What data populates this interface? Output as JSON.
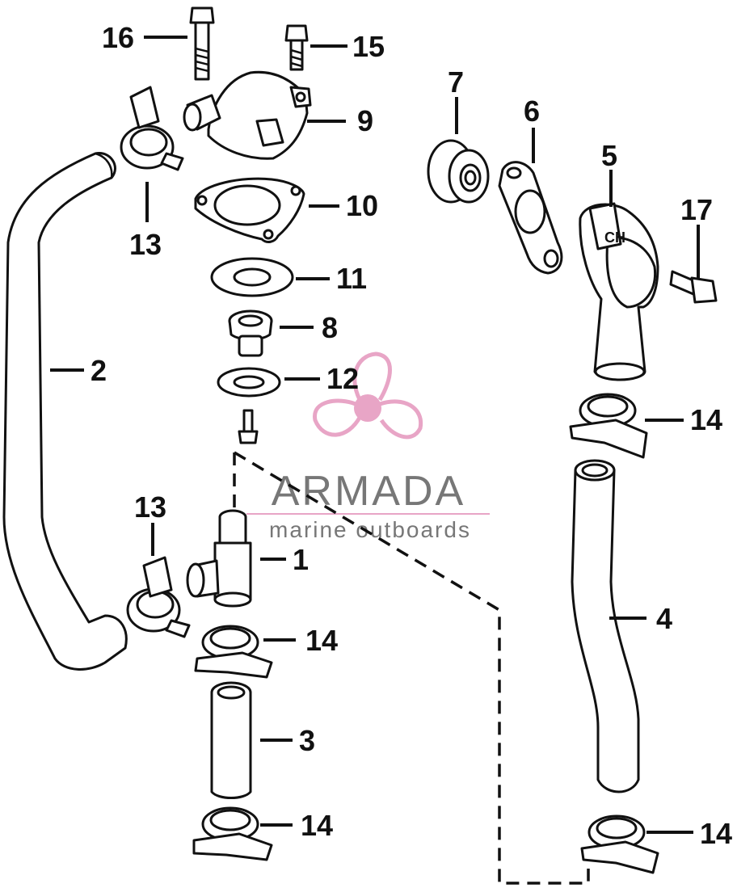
{
  "callouts": [
    {
      "id": "c1",
      "label": "1"
    },
    {
      "id": "c2",
      "label": "2"
    },
    {
      "id": "c3",
      "label": "3"
    },
    {
      "id": "c4",
      "label": "4"
    },
    {
      "id": "c5",
      "label": "5"
    },
    {
      "id": "c6",
      "label": "6"
    },
    {
      "id": "c7",
      "label": "7"
    },
    {
      "id": "c8",
      "label": "8"
    },
    {
      "id": "c9",
      "label": "9"
    },
    {
      "id": "c10",
      "label": "10"
    },
    {
      "id": "c11",
      "label": "11"
    },
    {
      "id": "c12",
      "label": "12"
    },
    {
      "id": "c13a",
      "label": "13"
    },
    {
      "id": "c13b",
      "label": "13"
    },
    {
      "id": "c14a",
      "label": "14"
    },
    {
      "id": "c14b",
      "label": "14"
    },
    {
      "id": "c14c",
      "label": "14"
    },
    {
      "id": "c14d",
      "label": "14"
    },
    {
      "id": "c15",
      "label": "15"
    },
    {
      "id": "c16",
      "label": "16"
    },
    {
      "id": "c17",
      "label": "17"
    }
  ],
  "watermark": {
    "brand": "ARMADA",
    "tagline": "marine outboards",
    "logo_icon": "propeller-icon",
    "brand_color": "#8a8a8a",
    "logo_color": "#e8a5c6",
    "line_color": "#e8a5c6"
  }
}
